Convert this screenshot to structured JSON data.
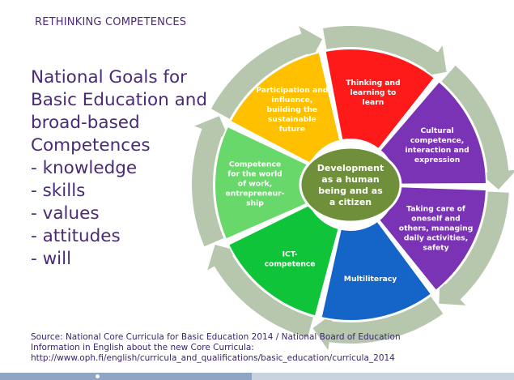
{
  "header": {
    "title": "RETHINKING COMPETENCES"
  },
  "goals": {
    "title_lines": [
      "National Goals for",
      "Basic Education and",
      "broad-based",
      "Competences"
    ],
    "items": [
      "knowledge",
      "skills",
      "values",
      "attitudes",
      "will"
    ]
  },
  "wheel": {
    "center_lines": [
      "Development",
      "as a human",
      "being and as",
      "a citizen"
    ],
    "segments": [
      {
        "lines": [
          "Thinking and",
          "learning to",
          "learn"
        ],
        "color": "#ff1a1a",
        "text_color": "#ffffff"
      },
      {
        "lines": [
          "Cultural",
          "competence,",
          "interaction and",
          "expression"
        ],
        "color": "#7a33b5",
        "text_color": "#ffffff"
      },
      {
        "lines": [
          "Taking care of",
          "oneself and",
          "others, managing",
          "daily activities,",
          "safety"
        ],
        "color": "#7a33b5",
        "text_color": "#ffffff"
      },
      {
        "lines": [
          "Multiliteracy"
        ],
        "color": "#1565c8",
        "text_color": "#ffffff"
      },
      {
        "lines": [
          "ICT-",
          "competence"
        ],
        "color": "#10c43a",
        "text_color": "#ffffff"
      },
      {
        "lines": [
          "Competence",
          "for the world",
          "of work,",
          "entrepreneur-",
          "ship"
        ],
        "color": "#68d86a",
        "text_color": "#ffffff"
      },
      {
        "lines": [
          "Participation and",
          "influence,",
          "building the",
          "sustainable",
          "future"
        ],
        "color": "#ffc000",
        "text_color": "#ffffff"
      }
    ],
    "colors": {
      "arrow_ring": "#a9bda0",
      "center_fill": "#6f8f3a",
      "center_stroke": "#ffffff",
      "center_text": "#ffffff"
    }
  },
  "source": {
    "lines": [
      "Source: National Core Curricula for Basic Education 2014 / National Board of Education",
      "Information in English about the new Core Curricula:",
      "http://www.oph.fi/english/curricula_and_qualifications/basic_education/curricula_2014"
    ]
  },
  "progress": {
    "value": 0.49
  }
}
